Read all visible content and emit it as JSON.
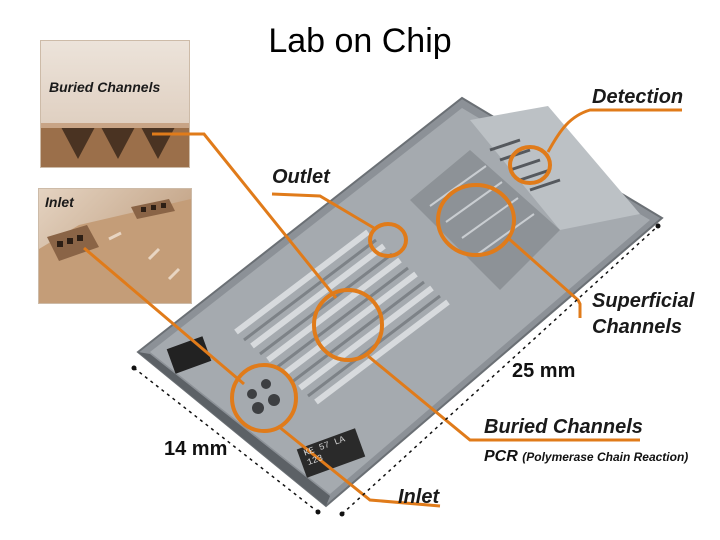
{
  "title": "Lab on Chip",
  "labels": {
    "detection": "Detection",
    "outlet": "Outlet",
    "superficial_channels_1": "Superficial",
    "superficial_channels_2": "Channels",
    "buried_channels": "Buried Channels",
    "pcr_main": "PCR",
    "pcr_sub": "(Polymerase Chain Reaction)",
    "inlet": "Inlet"
  },
  "dimensions": {
    "length": "25 mm",
    "width": "14 mm"
  },
  "insets": {
    "buried_channels": "Buried Channels",
    "inlet": "Inlet"
  },
  "chip_marking": "KE 57  LA  123",
  "colors": {
    "callout_orange": "#e07b1a",
    "chip_grey": "#9a9ea3",
    "inset_tan": "#b08660"
  }
}
